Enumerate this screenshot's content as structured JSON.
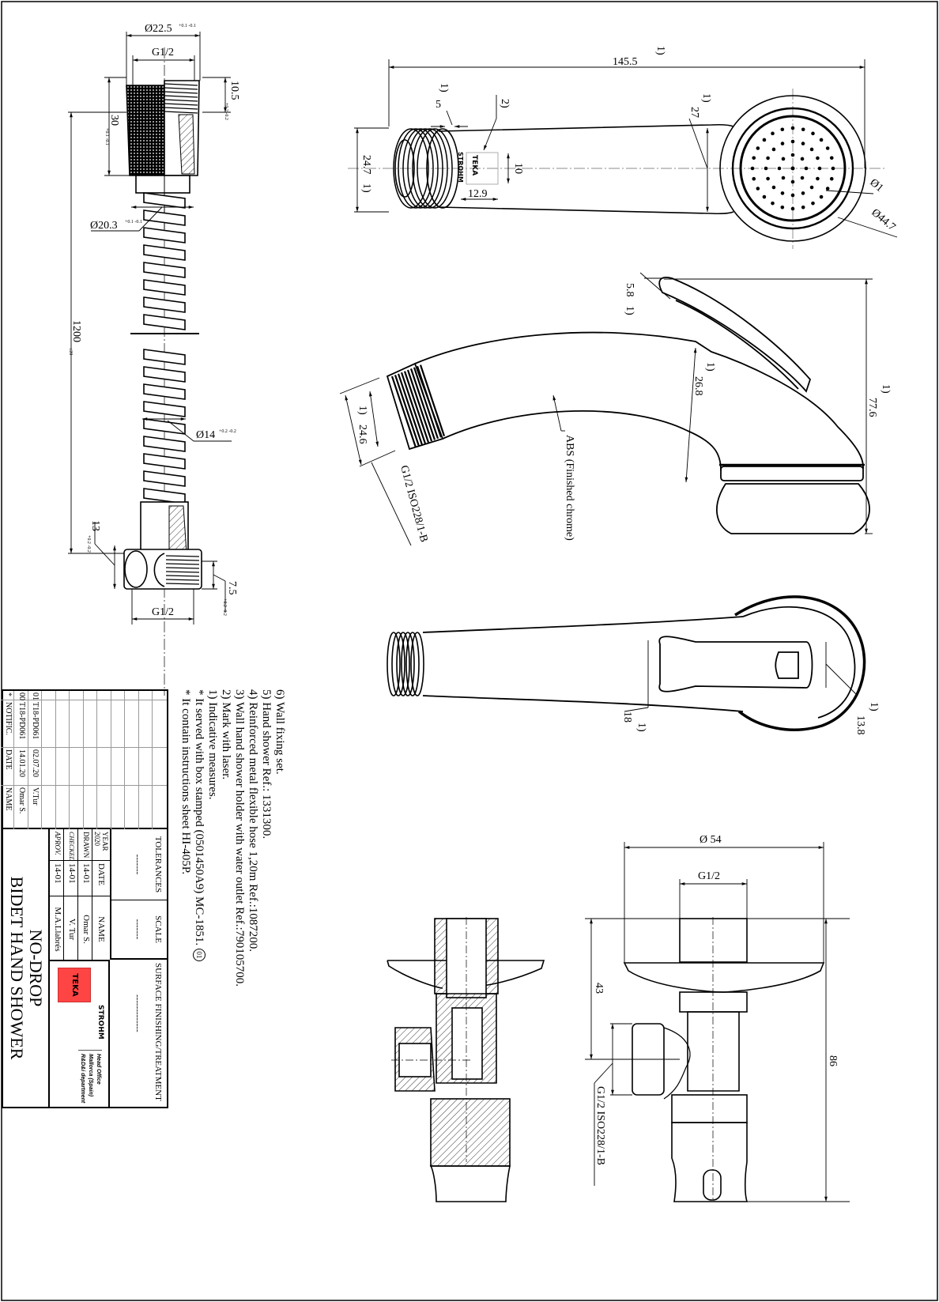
{
  "hose_view": {
    "d_nut": "Ø22.5",
    "d_nut_tol": "+0.1 -0.1",
    "thread_top": "G1/2",
    "h_thread": "10.5",
    "h_thread_tol": "+0.2 -0.2",
    "h_nut": "30",
    "h_nut_tol": "+0.1 -0.1",
    "d_ferrule": "Ø20.3",
    "d_ferrule_tol": "+0.1 -0.1",
    "length": "1200",
    "length_tol": "±20",
    "d_hose": "Ø14",
    "d_hose_tol": "+0.2 -0.2",
    "h_elbow": "13",
    "h_elbow_tol": "+0.2 -0.2",
    "h_thread_bottom": "7.5",
    "h_thread_bottom_tol": "+0.2 -0.2",
    "thread_bottom": "G1/2"
  },
  "front_view": {
    "length": "145.5",
    "note_ref": "1)",
    "diameter_body": "24.7",
    "thread_len": "5",
    "mark_ref": "2)",
    "mark_h": "10",
    "mark_w": "12.9",
    "neck": "27",
    "hole": "Ø1",
    "head": "Ø44.7",
    "brand_teka": "TEKA",
    "brand_strohm": "STROHM"
  },
  "side_view": {
    "lever_gap": "5.8",
    "body_width": "26.8",
    "height": "77.6",
    "thread_d": "24.6",
    "thread_spec": "G1/2 ISO228/1-B",
    "material": "ABS (Finished chrome)",
    "note_ref": "1)"
  },
  "bottom_view": {
    "lever_w": "18",
    "lever_h": "13.8",
    "note_ref": "1)"
  },
  "valve_view": {
    "flange": "Ø 54",
    "thread_top": "G1/2",
    "axis_h": "43",
    "total_h": "86",
    "thread_side": "G1/2 ISO228/1-B"
  },
  "notes": [
    "6) Wall fixing set.",
    "5) Hand shower Ref.: 1331300.",
    "4) Reinforced metal flexible hose 1,20m Ref.:1087200.",
    "3) Wall hand shower holder with water outlet Ref.:790105700.",
    "2) Mark with laser.",
    "1) Indicative measures.",
    "* It served with box stamped (0501450A9) MC-1851.",
    "* It contain instructions sheet HI-405P."
  ],
  "notes_rev_badge": "01",
  "title_block": {
    "tolerances": "TOLERANCES",
    "tolerances_value": "-------",
    "scale": "SCALE",
    "scale_value": "-------",
    "surface": "SURFACE FINISHING/TREATMENT",
    "surface_value": "-------------",
    "year_label": "YEAR",
    "year": "2020",
    "date_label": "DATE",
    "name_label": "NAME",
    "rows": [
      {
        "role": "DRAWN",
        "date": "14-01",
        "name": "Omar S."
      },
      {
        "role": "CHECKED",
        "date": "14-01",
        "name": "V. Tur"
      },
      {
        "role": "APROV.",
        "date": "14-01",
        "name": "M.A.Llabrés"
      }
    ],
    "revisions": [
      {
        "n": "01",
        "code": "T18-PD061",
        "date": "02.07.20",
        "name": "V.Tur"
      },
      {
        "n": "00",
        "code": "T18-PD061",
        "date": "14.01.20",
        "name": "Omar S."
      }
    ],
    "rev_header": {
      "n": "*",
      "code": "NOTIFIC.",
      "date": "DATE",
      "name": "NAME"
    },
    "logo_teka": "TEKA",
    "logo_strohm": "STROHM",
    "office_lines": [
      "Head Office",
      "Mallorca (Spain)",
      "R&D&i department"
    ],
    "title_line1": "NO-DROP",
    "title_line2": "BIDET HAND SHOWER"
  }
}
